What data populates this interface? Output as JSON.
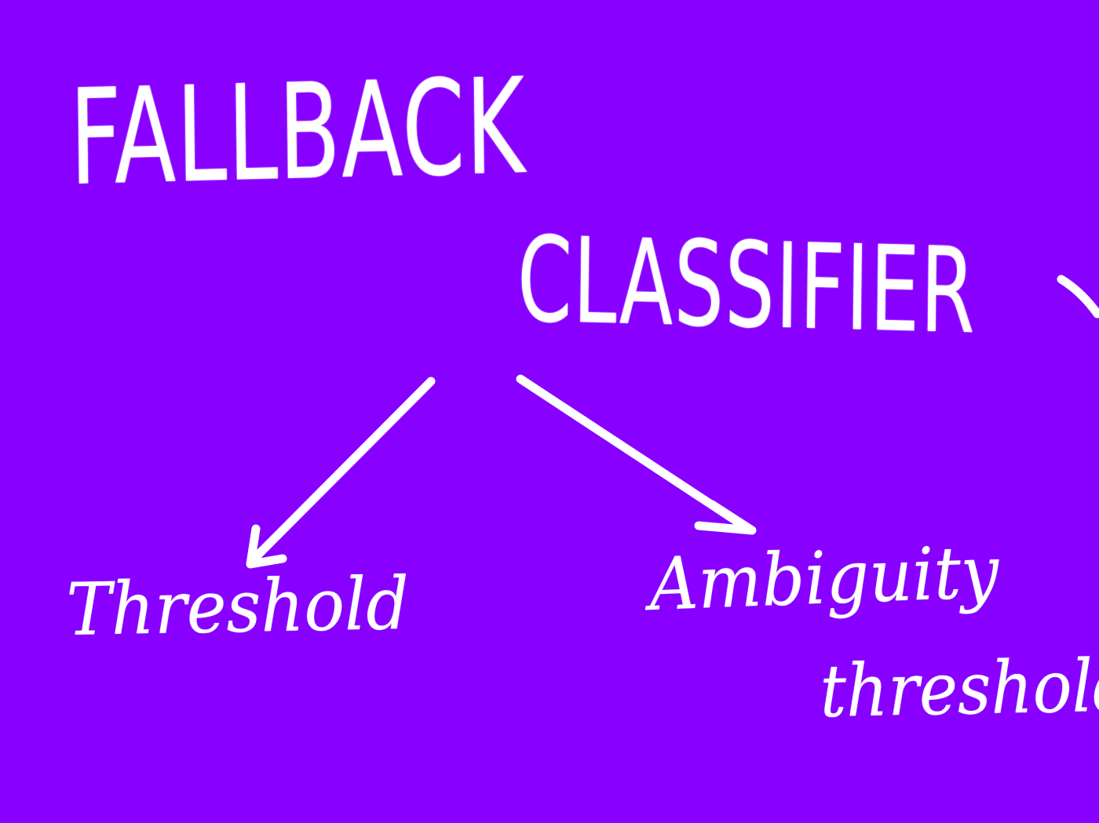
{
  "background_color": "#8800ff",
  "ink_color": "#ffffff",
  "title": {
    "line1": "FALLBACK",
    "line2": "CLASSIFIER"
  },
  "branches": [
    {
      "label": "Threshold"
    },
    {
      "label_line1": "Ambiguity",
      "label_line2": "threshold"
    }
  ]
}
